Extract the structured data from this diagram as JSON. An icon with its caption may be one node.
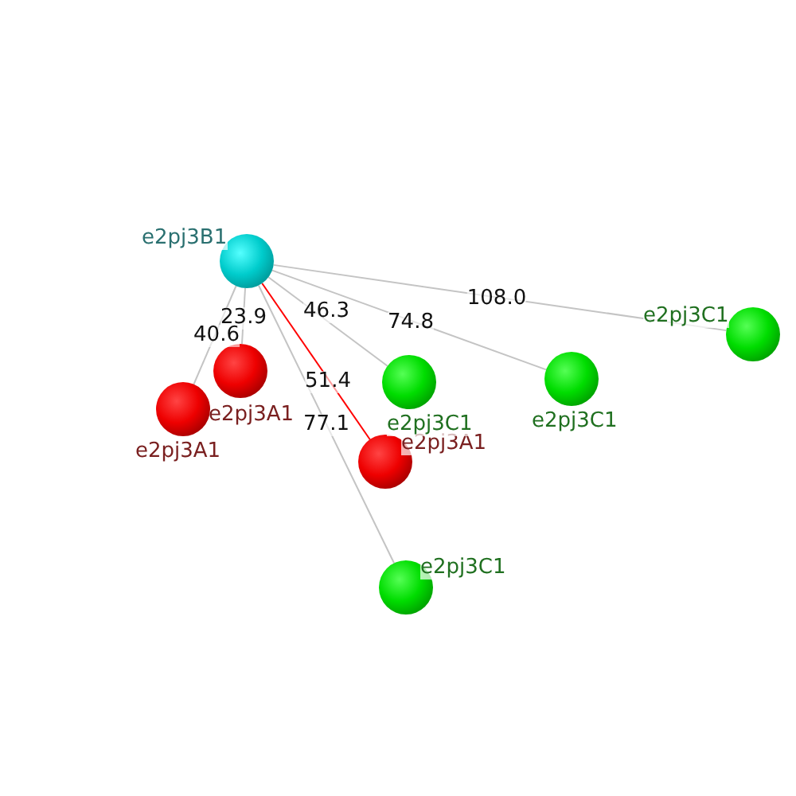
{
  "diagram": {
    "nodes": [
      {
        "text": [
          "e2pj3B1"
        ]
      },
      {
        "text": [
          "e2pj3A1"
        ]
      },
      {
        "text": [
          "e2pj3A1"
        ]
      },
      {
        "text": [
          "e2pj3A1"
        ]
      },
      {
        "text": [
          "e2pj3C1"
        ]
      },
      {
        "text": [
          "e2pj3C1"
        ]
      },
      {
        "text": [
          "e2pj3C1"
        ]
      },
      {
        "text": [
          "e2pj3C1"
        ]
      }
    ],
    "edges": [
      {
        "from": 0,
        "to": 1,
        "arrow": "none",
        "label": "23.9"
      },
      {
        "from": 0,
        "to": 2,
        "arrow": "none",
        "label": "40.6"
      },
      {
        "from": 0,
        "to": 3,
        "arrow": "none",
        "label": "51.4",
        "color": "#ff0000"
      },
      {
        "from": 0,
        "to": 4,
        "arrow": "none",
        "label": "46.3"
      },
      {
        "from": 0,
        "to": 5,
        "arrow": "none",
        "label": "74.8"
      },
      {
        "from": 0,
        "to": 6,
        "arrow": "none",
        "label": "108.0"
      },
      {
        "from": 0,
        "to": 7,
        "arrow": "none",
        "label": "77.1"
      }
    ]
  }
}
